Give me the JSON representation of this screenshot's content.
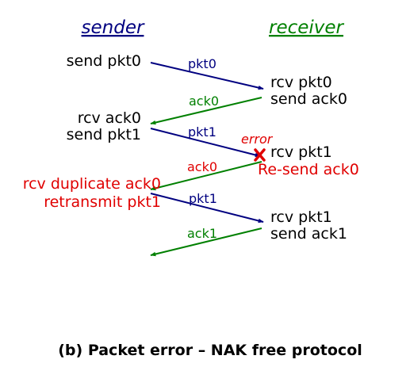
{
  "headers": {
    "sender": "sender",
    "receiver": "receiver"
  },
  "colors": {
    "blue": "#000080",
    "green": "#008000",
    "red": "#e00000",
    "black": "#000000"
  },
  "sender_events": {
    "send_pkt0": "send pkt0",
    "rcv_ack0": "rcv ack0",
    "send_pkt1": "send pkt1",
    "rcv_duplicate_ack0": "rcv duplicate ack0",
    "retransmit_pkt1": "retransmit pkt1"
  },
  "receiver_events": {
    "rcv_pkt0": "rcv pkt0",
    "send_ack0": "send ack0",
    "rcv_pkt1_a": "rcv pkt1",
    "resend_ack0": "Re-send ack0",
    "rcv_pkt1_b": "rcv pkt1",
    "send_ack1": "send ack1"
  },
  "messages": {
    "pkt0": "pkt0",
    "ack0_a": "ack0",
    "pkt1_a": "pkt1",
    "error": "error",
    "ack0_b": "ack0",
    "pkt1_b": "pkt1",
    "ack1": "ack1"
  },
  "error_mark": {
    "label": "error",
    "icon": "x-mark-icon"
  },
  "caption": "(b) Packet error – NAK free protocol"
}
